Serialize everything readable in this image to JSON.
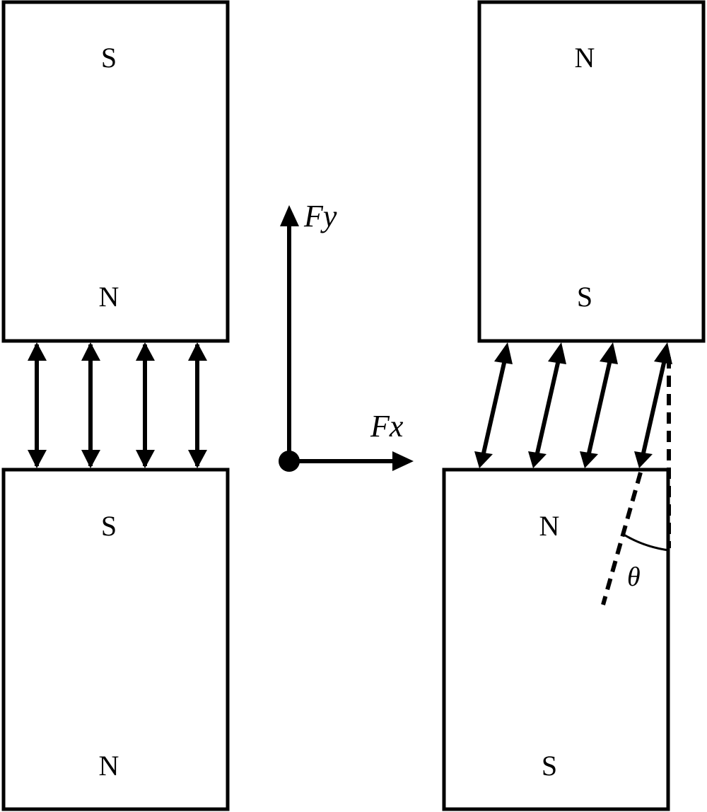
{
  "diagram": {
    "title": "",
    "left_configuration": {
      "top_magnet": {
        "top_pole": "S",
        "bottom_pole": "N"
      },
      "bottom_magnet": {
        "top_pole": "S",
        "bottom_pole": "N"
      },
      "force_arrows": {
        "count": 4,
        "direction": "vertical"
      }
    },
    "axes": {
      "y_label": "Fy",
      "x_label": "Fx"
    },
    "right_configuration": {
      "top_magnet": {
        "top_pole": "N",
        "bottom_pole": "S"
      },
      "bottom_magnet": {
        "top_pole": "N",
        "bottom_pole": "S"
      },
      "force_arrows": {
        "count": 4,
        "direction": "inclined"
      },
      "angle_label": "θ"
    },
    "colors": {
      "stroke": "#000000",
      "background": "#ffffff"
    }
  }
}
